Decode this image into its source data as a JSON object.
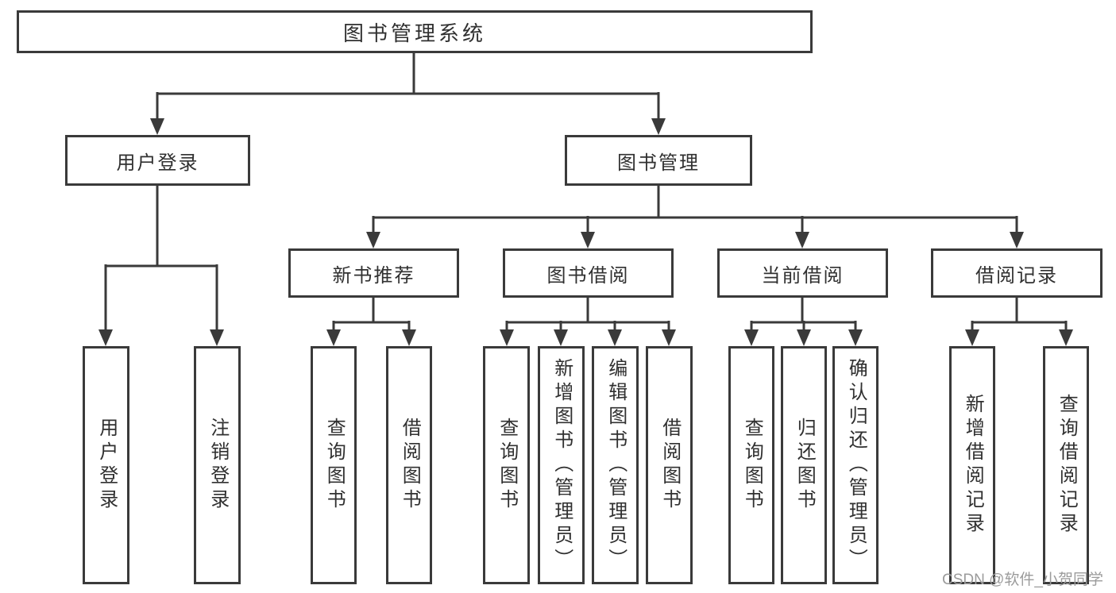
{
  "tree": {
    "root": "图书管理系统",
    "children": [
      {
        "label": "用户登录",
        "children": [
          "用户登录",
          "注销登录"
        ]
      },
      {
        "label": "图书管理",
        "children": [
          {
            "label": "新书推荐",
            "children": [
              "查询图书",
              "借阅图书"
            ]
          },
          {
            "label": "图书借阅",
            "children": [
              "查询图书",
              "新增图书（管理员）",
              "编辑图书（管理员）",
              "借阅图书"
            ]
          },
          {
            "label": "当前借阅",
            "children": [
              "查询图书",
              "归还图书",
              "确认归还（管理员）"
            ]
          },
          {
            "label": "借阅记录",
            "children": [
              "新增借阅记录",
              "查询借阅记录"
            ]
          }
        ]
      }
    ]
  },
  "watermark": {
    "text": "CSDN @软件_小贺同学"
  },
  "colors": {
    "line": "#3a3a3a",
    "text": "#303030",
    "watermark": "#9b9b9b",
    "background": "#ffffff"
  }
}
